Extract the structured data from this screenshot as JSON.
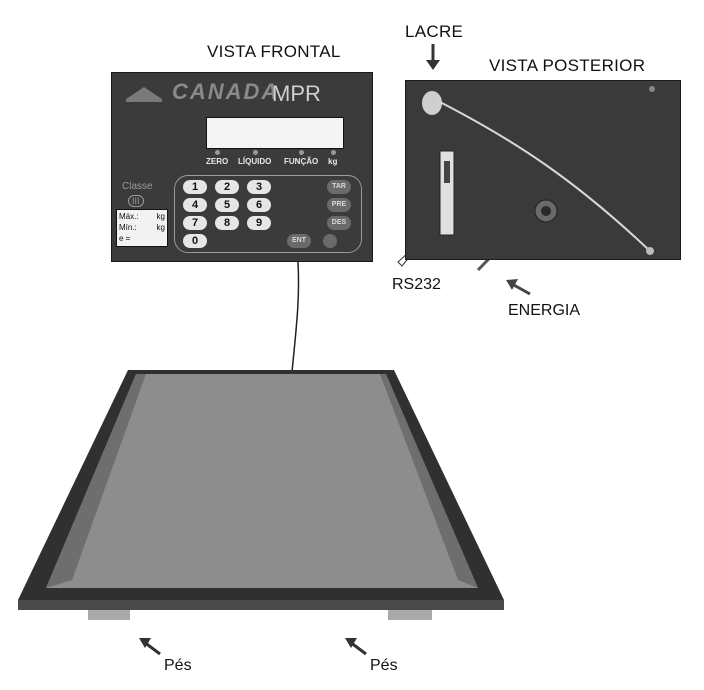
{
  "labels": {
    "front_title": "VISTA FRONTAL",
    "rear_title": "VISTA POSTERIOR",
    "lacre": "LACRE",
    "rs232": "RS232",
    "energia": "ENERGIA",
    "pes_left": "Pés",
    "pes_right": "Pés"
  },
  "front_panel": {
    "brand": "CANADA",
    "model": "MPR",
    "indicators": [
      "ZERO",
      "LÍQUIDO",
      "FUNÇÃO",
      "kg"
    ],
    "classe": "Classe",
    "classe_num": "III",
    "spec": {
      "max_label": "Máx.:",
      "max_unit": "kg",
      "min_label": "Mín.:",
      "min_unit": "kg",
      "e_label": "e ="
    },
    "keys": [
      "1",
      "2",
      "3",
      "4",
      "5",
      "6",
      "7",
      "8",
      "9",
      "0"
    ],
    "function_keys": [
      "TAR",
      "PRE",
      "DES",
      "ENT"
    ]
  },
  "colors": {
    "panel": "#3b3b3b",
    "platform": "#8d8d8d",
    "frame": "#303030",
    "feet": "#a9a9a9"
  }
}
